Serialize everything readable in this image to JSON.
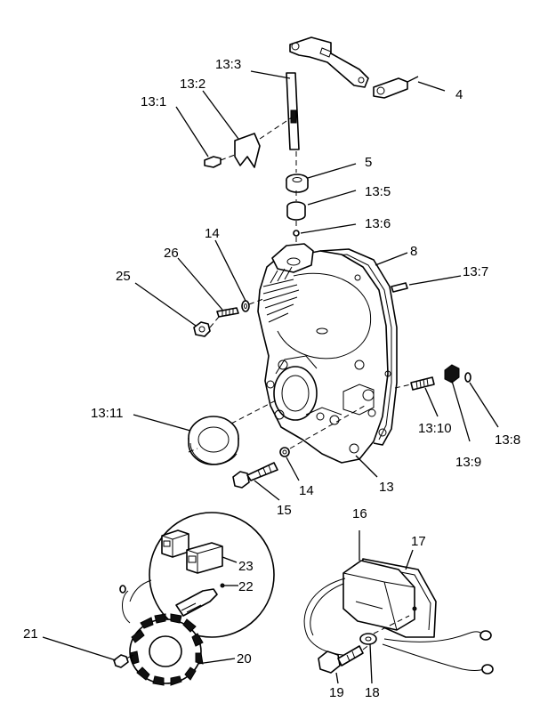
{
  "callouts": [
    {
      "id": "13:3",
      "text": "13:3"
    },
    {
      "id": "13:2",
      "text": "13:2"
    },
    {
      "id": "13:1",
      "text": "13:1"
    },
    {
      "id": "4",
      "text": "4"
    },
    {
      "id": "5",
      "text": "5"
    },
    {
      "id": "13:5",
      "text": "13:5"
    },
    {
      "id": "13:6",
      "text": "13:6"
    },
    {
      "id": "8",
      "text": "8"
    },
    {
      "id": "14a",
      "text": "14"
    },
    {
      "id": "26",
      "text": "26"
    },
    {
      "id": "25",
      "text": "25"
    },
    {
      "id": "13:7",
      "text": "13:7"
    },
    {
      "id": "13:11",
      "text": "13:11"
    },
    {
      "id": "13:10",
      "text": "13:10"
    },
    {
      "id": "13:8",
      "text": "13:8"
    },
    {
      "id": "13:9",
      "text": "13:9"
    },
    {
      "id": "13",
      "text": "13"
    },
    {
      "id": "14b",
      "text": "14"
    },
    {
      "id": "15",
      "text": "15"
    },
    {
      "id": "16",
      "text": "16"
    },
    {
      "id": "17",
      "text": "17"
    },
    {
      "id": "23",
      "text": "23"
    },
    {
      "id": "22",
      "text": "22"
    },
    {
      "id": "21",
      "text": "21"
    },
    {
      "id": "20",
      "text": "20"
    },
    {
      "id": "19",
      "text": "19"
    },
    {
      "id": "18",
      "text": "18"
    }
  ]
}
